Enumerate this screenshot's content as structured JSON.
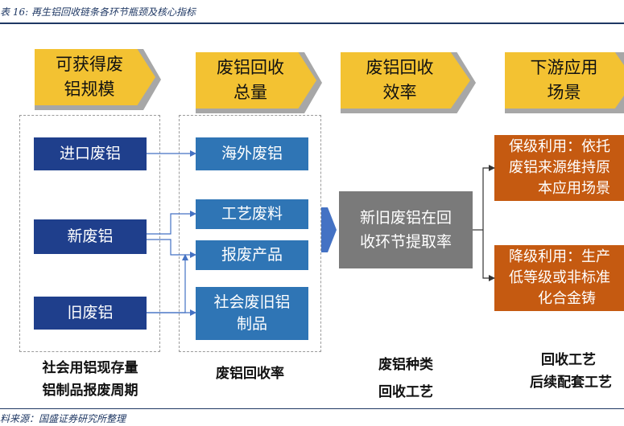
{
  "caption": "表 16:  再生铝回收链条各环节瓶颈及核心指标",
  "source": "料来源：国盛证券研究所整理",
  "headers": [
    {
      "line1": "可获得废",
      "line2": "铝规模"
    },
    {
      "line1": "废铝回收",
      "line2": "总量"
    },
    {
      "line1": "废铝回收",
      "line2": "效率"
    },
    {
      "line1": "下游应用",
      "line2": "场景"
    }
  ],
  "sources": {
    "import_scrap": "进口废铝",
    "new_scrap": "新废铝",
    "old_scrap": "旧废铝"
  },
  "totals": {
    "overseas": "海外废铝",
    "process_scrap": "工艺废料",
    "scrapped_products": "报废产品",
    "social_line1": "社会废旧铝",
    "social_line2": "制品"
  },
  "efficiency": {
    "line1": "新旧废铝在回",
    "line2": "收环节提取率"
  },
  "applications": {
    "same_grade": {
      "line1": "保级利用：依托",
      "line2": "废铝来源维持原",
      "line3": "本应用场景"
    },
    "downgrade": {
      "line1": "降级利用：生产",
      "line2": "低等级或非标准",
      "line3": "化合金铸"
    }
  },
  "bottom": {
    "col1_line1": "社会用铝现存量",
    "col1_line2": "铝制品报废周期",
    "col2": "废铝回收率",
    "col3_line1": "废铝种类",
    "col3_line2": "回收工艺",
    "col4_line1": "回收工艺",
    "col4_line2": "后续配套工艺"
  }
}
